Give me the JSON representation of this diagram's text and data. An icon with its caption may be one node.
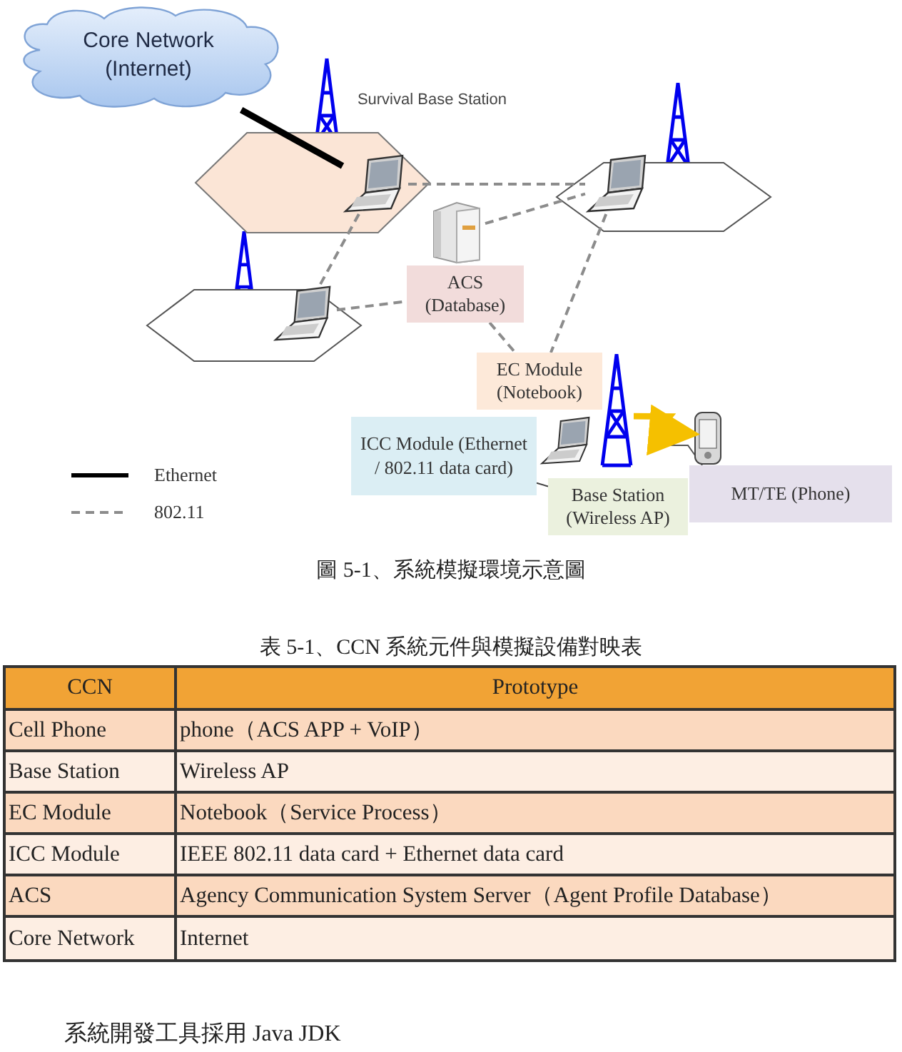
{
  "diagram": {
    "caption": "圖 5-1、系統模擬環境示意圖",
    "nodes": [
      {
        "text": [
          "Core Network (Internet)"
        ]
      },
      {
        "text": [
          "Survival Base Station"
        ]
      },
      {
        "text": [],
        "shape": "laptop",
        "in": 1
      },
      {
        "text": [],
        "shape": "hexagon"
      },
      {
        "text": [],
        "shape": "laptop",
        "in": 3
      },
      {
        "text": [],
        "shape": "hexagon"
      },
      {
        "text": [],
        "shape": "laptop",
        "in": 5
      },
      {
        "text": [],
        "shape": "server"
      },
      {
        "text": [
          "ACS (Database)"
        ]
      },
      {
        "text": [
          "EC Module (Notebook)"
        ]
      },
      {
        "text": [
          "ICC Module (Ethernet / 802.11 data card)"
        ]
      },
      {
        "text": [],
        "shape": "laptop"
      },
      {
        "text": [
          "Base Station (Wireless AP)"
        ]
      },
      {
        "text": [
          "MT/TE (Phone)"
        ]
      },
      {
        "text": [],
        "shape": "phone"
      },
      {
        "text": [],
        "shape": "tower"
      }
    ],
    "edges": [
      {
        "from": 0,
        "to": 2,
        "arrow": "none",
        "style": "thick",
        "color": "#000000"
      },
      {
        "from": 2,
        "to": 4,
        "arrow": "none",
        "style": "dashed"
      },
      {
        "from": 2,
        "to": 6,
        "arrow": "none",
        "style": "dashed"
      },
      {
        "from": 6,
        "to": 8,
        "arrow": "none",
        "style": "dashed"
      },
      {
        "from": 7,
        "to": 4,
        "arrow": "none",
        "style": "dashed"
      },
      {
        "from": 4,
        "to": 9,
        "arrow": "none",
        "style": "dashed"
      },
      {
        "from": 8,
        "to": 9,
        "arrow": "none",
        "style": "dashed"
      },
      {
        "from": 10,
        "to": 12,
        "arrow": "none",
        "color": "#404040"
      },
      {
        "from": 15,
        "to": 14,
        "arrow": "to",
        "style": "thick",
        "color": "#f5c000"
      }
    ],
    "labels": [
      "表 5-1、CCN 系統元件與模擬設備對映表",
      "CCN",
      "Prototype",
      "Cell Phone",
      "phone（ACS APP + VoIP）",
      "Base Station",
      "Wireless AP",
      "EC Module",
      "Notebook（Service Process）",
      "ICC Module",
      "IEEE 802.11 data card + Ethernet data card",
      "ACS",
      "Agency Communication System Server（Agent Profile Database）",
      "Core Network",
      "Internet",
      "系統開發工具採用 Java JDK"
    ],
    "legend": [
      {
        "text": "Ethernet"
      },
      {
        "text": "802.11"
      }
    ]
  }
}
